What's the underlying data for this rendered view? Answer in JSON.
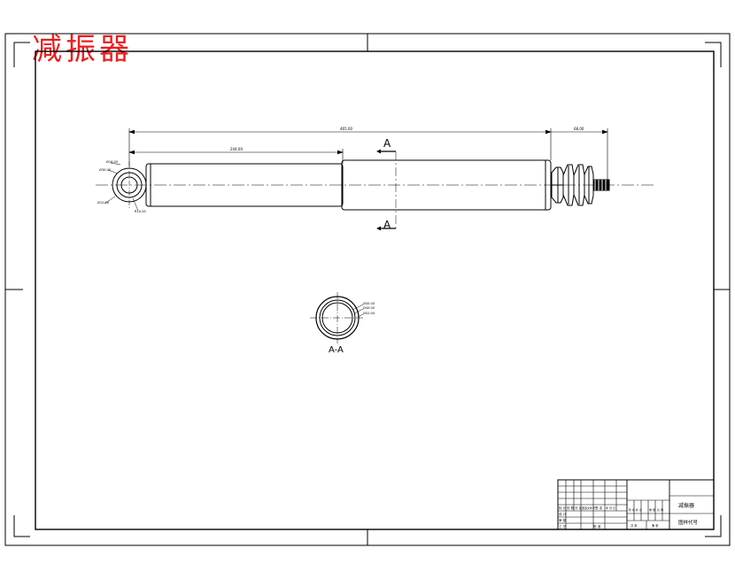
{
  "drawing": {
    "title": "减振器",
    "title_color": "#ee1c1c",
    "line_color": "#000000"
  },
  "main_view": {
    "dim_total": "465.00",
    "dim_body": "244.00",
    "dim_rod": "68.00",
    "eye_dim_1": "Ø16.00",
    "eye_dim_2": "Ø30.00",
    "eye_dim_3": "Ø12.00",
    "eye_dim_4": "R10.00",
    "section_mark_top": "A",
    "section_mark_bottom": "A"
  },
  "section_view": {
    "label": "A-A",
    "dim_1": "Ø45.00",
    "dim_2": "Ø49.00",
    "dim_3": "Ø52.00"
  },
  "title_block": {
    "part_name": "减振器",
    "drawing_code": "图样代号",
    "left_row_labels": [
      "标 记",
      "设 计",
      "审 核",
      "工 艺"
    ],
    "header_labels": [
      "处 数",
      "分 区",
      "更改文件号",
      "签 名",
      "年 月 日"
    ],
    "stage_labels": [
      "阶 段 标 记",
      "重 量",
      "比 例"
    ],
    "bottom_labels": [
      "共 张",
      "第 张"
    ],
    "approval_label": "批 准"
  }
}
